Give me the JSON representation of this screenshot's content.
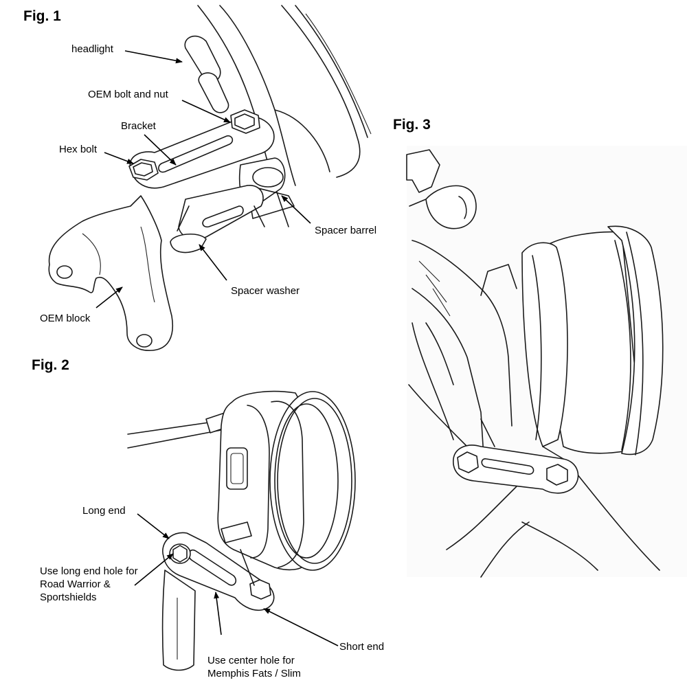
{
  "figures": {
    "fig1": {
      "title": "Fig. 1",
      "labels": {
        "headlight": "headlight",
        "oem_bolt_nut": "OEM bolt and nut",
        "bracket": "Bracket",
        "hex_bolt": "Hex bolt",
        "spacer_barrel": "Spacer barrel",
        "spacer_washer": "Spacer washer",
        "oem_block": "OEM block"
      }
    },
    "fig2": {
      "title": "Fig. 2",
      "labels": {
        "long_end": "Long end",
        "long_end_hole_line1": "Use long end hole for",
        "long_end_hole_line2": "Road Warrior &",
        "long_end_hole_line3": "Sportshields",
        "short_end": "Short end",
        "center_hole_line1": "Use center hole for",
        "center_hole_line2": "Memphis Fats / Slim"
      }
    },
    "fig3": {
      "title": "Fig. 3"
    }
  }
}
